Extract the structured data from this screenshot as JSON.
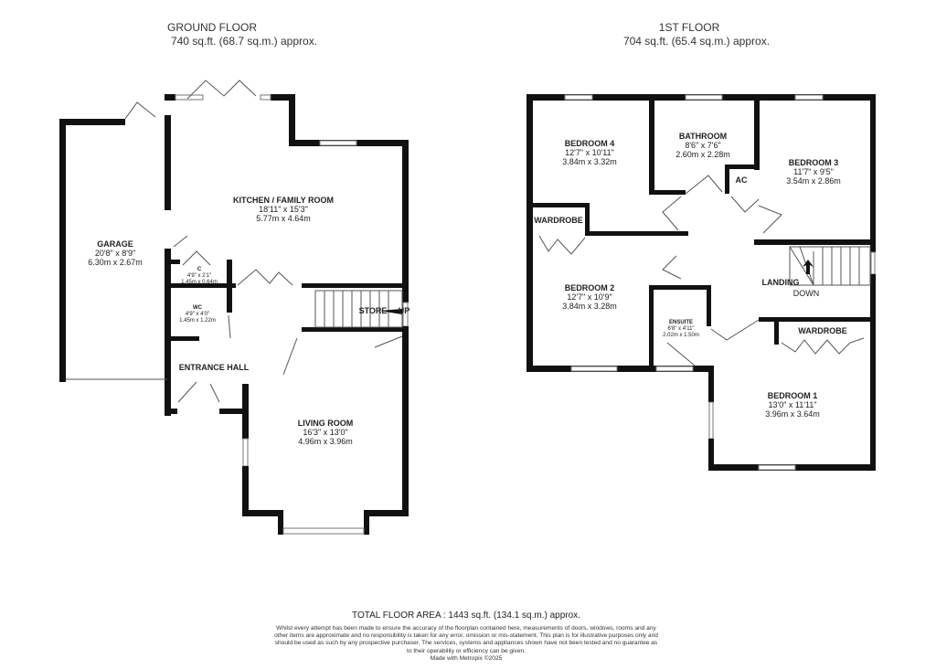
{
  "ground_floor": {
    "title": "GROUND FLOOR",
    "area": "740 sq.ft. (68.7 sq.m.) approx.",
    "rooms": [
      {
        "name": "GARAGE",
        "imperial": "20'8\" x 8'9\"",
        "metric": "6.30m x 2.67m"
      },
      {
        "name": "KITCHEN / FAMILY ROOM",
        "imperial": "18'11\" x 15'3\"",
        "metric": "5.77m x 4.64m"
      },
      {
        "name": "C",
        "imperial": "4'9\" x 2'1\"",
        "metric": "1.45m x 0.64m"
      },
      {
        "name": "WC",
        "imperial": "4'9\" x 4'0\"",
        "metric": "1.45m x 1.22m"
      },
      {
        "name": "ENTRANCE HALL"
      },
      {
        "name": "LIVING ROOM",
        "imperial": "16'3\" x 13'0\"",
        "metric": "4.96m x 3.96m"
      }
    ],
    "stairs_labels": [
      "STORE",
      "UP"
    ]
  },
  "first_floor": {
    "title": "1ST FLOOR",
    "area": "704 sq.ft. (65.4 sq.m.) approx.",
    "rooms": [
      {
        "name": "BEDROOM 4",
        "imperial": "12'7\" x 10'11\"",
        "metric": "3.84m x 3.32m"
      },
      {
        "name": "BATHROOM",
        "imperial": "8'6\" x 7'6\"",
        "metric": "2.60m x 2.28m"
      },
      {
        "name": "BEDROOM 3",
        "imperial": "11'7\" x 9'5\"",
        "metric": "3.54m x 2.86m"
      },
      {
        "name": "AC"
      },
      {
        "name": "WARDROBE"
      },
      {
        "name": "BEDROOM 2",
        "imperial": "12'7\" x 10'9\"",
        "metric": "3.84m x 3.28m"
      },
      {
        "name": "LANDING"
      },
      {
        "name": "ENSUITE",
        "imperial": "6'8\" x 4'11\"",
        "metric": "2.02m x 1.50m"
      },
      {
        "name": "WARDROBE"
      },
      {
        "name": "BEDROOM 1",
        "imperial": "13'0\" x 11'11\"",
        "metric": "3.96m x 3.64m"
      }
    ],
    "stairs_label": "DOWN"
  },
  "footer": {
    "total": "TOTAL FLOOR AREA : 1443 sq.ft. (134.1 sq.m.) approx.",
    "disclaimer": "Whilst every attempt has been made to ensure the accuracy of the floorplan contained here, measurements of doors, windows, rooms and any other items are approximate and no responsibility is taken for any error, omission or mis-statement. This plan is for illustrative purposes only and should be used as such by any prospective purchaser. The services, systems and appliances shown have not been tested and no guarantee as to their operability or efficiency can be given.",
    "credit": "Made with Metropix ©2025"
  }
}
